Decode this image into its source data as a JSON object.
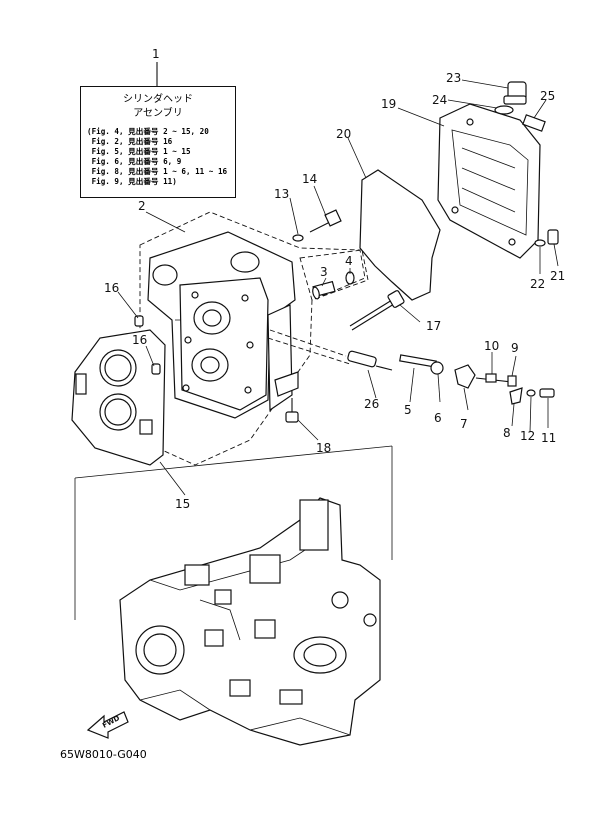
{
  "assembly_box": {
    "title_line1": "シリンダヘッド",
    "title_line2": "アセンブリ",
    "lines": [
      "(Fig. 4, 見出番号 2 ~ 15, 20",
      " Fig. 2, 見出番号 16",
      " Fig. 5, 見出番号 1 ~ 15",
      " Fig. 6, 見出番号 6, 9",
      " Fig. 8, 見出番号 1 ~ 6, 11 ~ 16",
      " Fig. 9, 見出番号 11)"
    ]
  },
  "callouts": {
    "c1": "1",
    "c2": "2",
    "c3": "3",
    "c4": "4",
    "c5": "5",
    "c6": "6",
    "c7": "7",
    "c8": "8",
    "c9": "9",
    "c10": "10",
    "c11": "11",
    "c12": "12",
    "c13": "13",
    "c14": "14",
    "c15": "15",
    "c16a": "16",
    "c16b": "16",
    "c17": "17",
    "c18": "18",
    "c19": "19",
    "c20": "20",
    "c21": "21",
    "c22": "22",
    "c23": "23",
    "c24": "24",
    "c25": "25",
    "c26": "26"
  },
  "fwd_arrow": {
    "label": "FWD"
  },
  "figure_code": "65W8010-G040",
  "colors": {
    "ink": "#111111",
    "paper": "#ffffff"
  }
}
